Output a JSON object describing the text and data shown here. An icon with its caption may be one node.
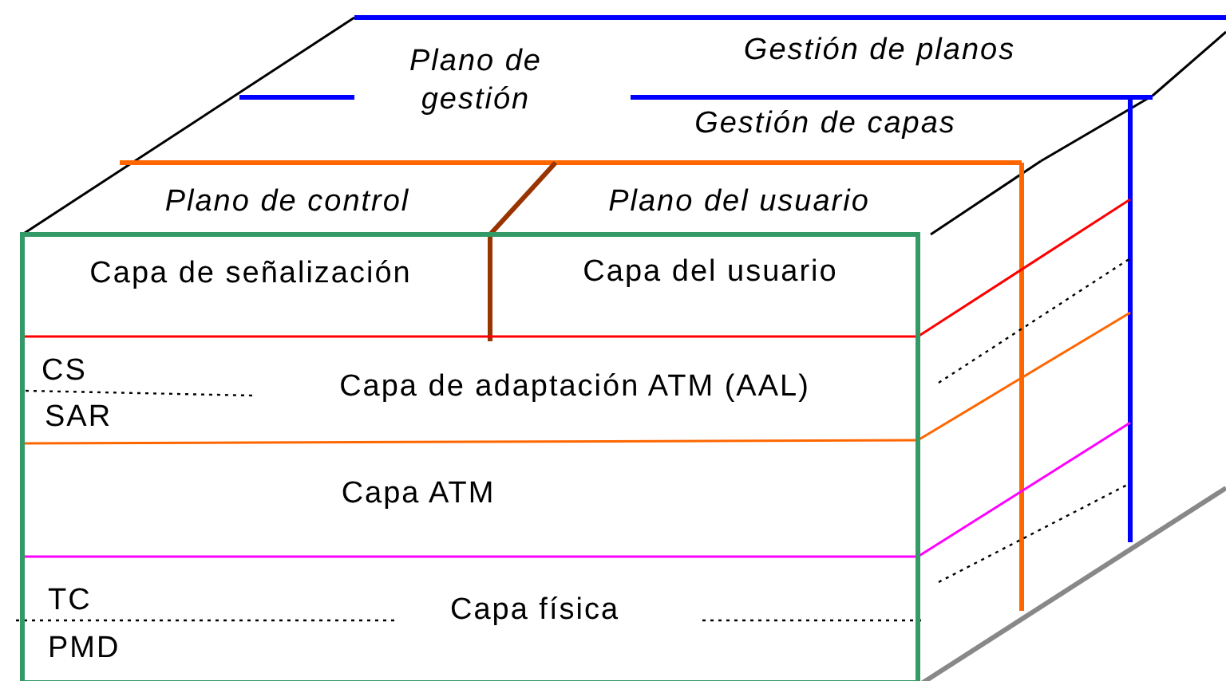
{
  "diagram": {
    "labels": [
      "Plano de gestión",
      "Gestión de planos",
      "Gestión de capas",
      "Plano de control",
      "Plano del usuario",
      "Capa de señalización",
      "Capa del usuario",
      "CS",
      "Capa de adaptación ATM (AAL)",
      "SAR",
      "Capa ATM",
      "TC",
      "Capa física",
      "PMD"
    ]
  }
}
